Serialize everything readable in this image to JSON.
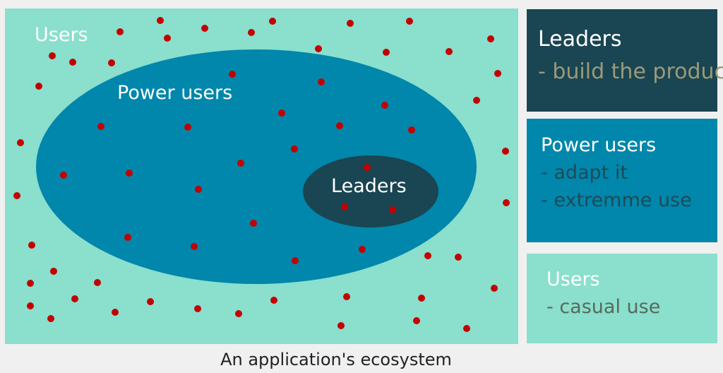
{
  "diagram": {
    "users_label": "Users",
    "power_users_label": "Power users",
    "leaders_label": "Leaders"
  },
  "legend": {
    "leaders": {
      "title": "Leaders",
      "lines": [
        "- build the product"
      ]
    },
    "power_users": {
      "title": "Power users",
      "lines": [
        "- adapt it",
        "- extremme use"
      ]
    },
    "users": {
      "title": "Users",
      "lines": [
        "- casual use"
      ]
    }
  },
  "caption": "An application's ecosystem",
  "colors": {
    "users": "#8adfcd",
    "power_users": "#0087ab",
    "leaders": "#1a4552",
    "dot": "#c30000"
  }
}
